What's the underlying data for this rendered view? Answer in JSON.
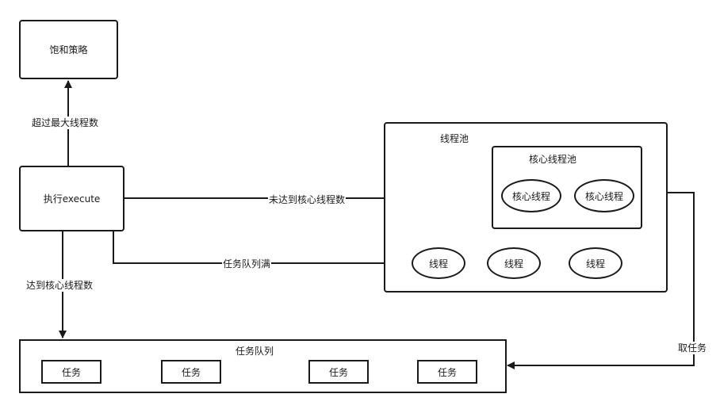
{
  "nodes": {
    "saturation_policy": "饱和策略",
    "execute": "执行execute",
    "thread_pool": "线程池",
    "core_pool": "核心线程池",
    "core_threads": [
      "核心线程",
      "核心线程"
    ],
    "threads": [
      "线程",
      "线程",
      "线程"
    ],
    "task_queue": "任务队列",
    "tasks": [
      "任务",
      "任务",
      "任务",
      "任务"
    ]
  },
  "edges": {
    "exceed_max": "超过最大线程数",
    "below_core": "未达到核心线程数",
    "queue_full": "任务队列满",
    "reach_core": "达到核心线程数",
    "take_task": "取任务"
  }
}
